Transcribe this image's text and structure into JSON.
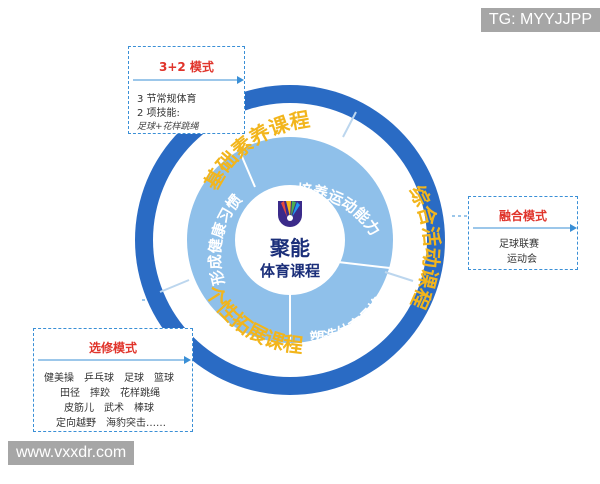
{
  "watermarks": {
    "top_right": "TG: MYYJJPP",
    "bottom_left": "www.vxxdr.com"
  },
  "center": {
    "line1": "聚能",
    "line2": "体育课程"
  },
  "inner_ring": [
    "培养运动能力",
    "塑造体育品格",
    "形成健康习惯"
  ],
  "outer_ring": [
    "基础素养课程",
    "综合活动课程",
    "个性拓展课程"
  ],
  "boxes": {
    "top_left": {
      "title": "3+2 模式",
      "lines": [
        "3 节常规体育",
        "2 项技能:"
      ],
      "note": "足球+花样跳绳"
    },
    "right": {
      "title": "融合模式",
      "lines": [
        "足球联赛",
        "运动会"
      ]
    },
    "bottom_left": {
      "title": "选修模式",
      "lines": [
        "健美操　乒乓球　足球　篮球",
        "田径　摔跤　花样跳绳",
        "皮筋儿　武术　棒球",
        "定向越野　海豹突击……"
      ]
    }
  },
  "colors": {
    "outer_ring": "#2a6bc4",
    "white_ring": "#ffffff",
    "inner_ring": "#8fc0ea",
    "center": "#ffffff",
    "ring_text": "#f2b51c",
    "inner_text": "#ffffff",
    "center_text": "#1b2f7a",
    "accent": "#e0342b",
    "connector": "#3a8fd6"
  },
  "icons": {
    "logo": "colorful-fan-logo-icon"
  }
}
